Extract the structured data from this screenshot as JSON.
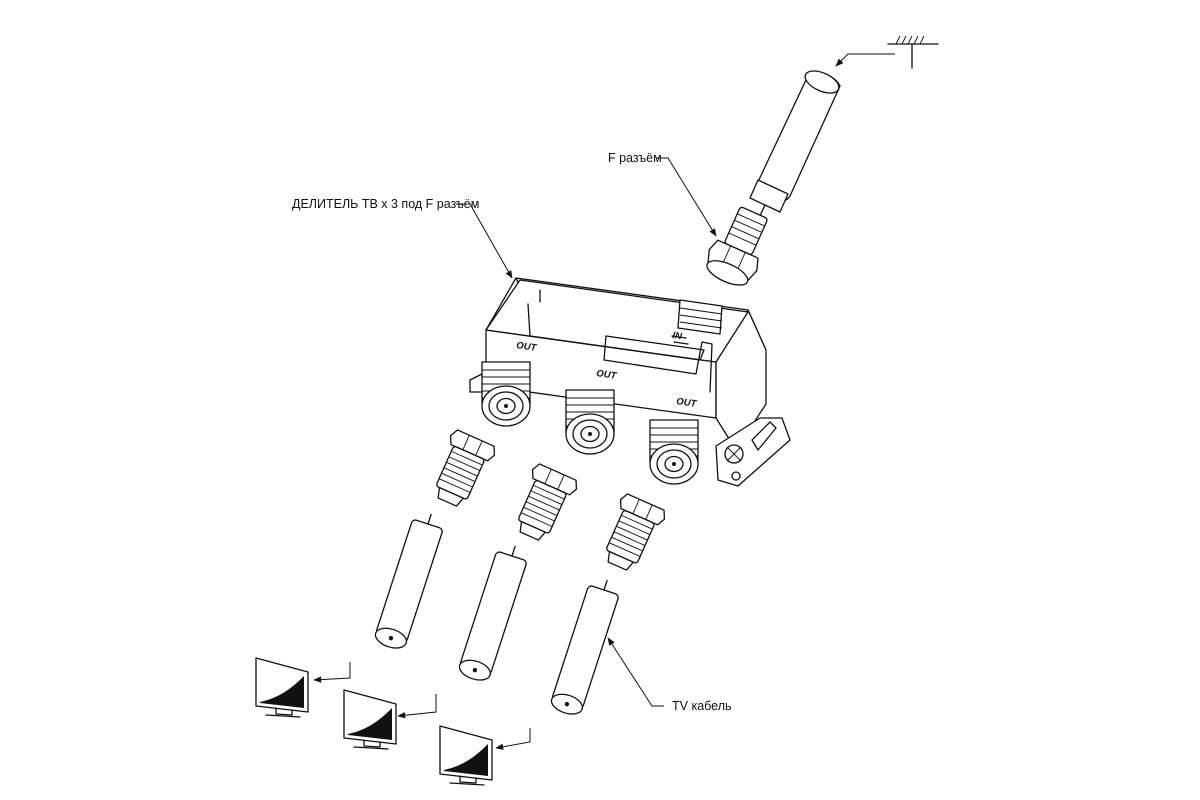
{
  "labels": {
    "splitter": "ДЕЛИТЕЛЬ ТВ х 3 под F разъём",
    "f_connector": "F разъём",
    "tv_cable": "TV кабель"
  },
  "ports": {
    "in": "IN",
    "out_left": "OUT",
    "out_middle": "OUT",
    "out_right": "OUT"
  },
  "icons": {
    "antenna": "antenna-icon",
    "tv": "tv-icon"
  },
  "colors": {
    "line": "#111111",
    "background": "#ffffff"
  }
}
